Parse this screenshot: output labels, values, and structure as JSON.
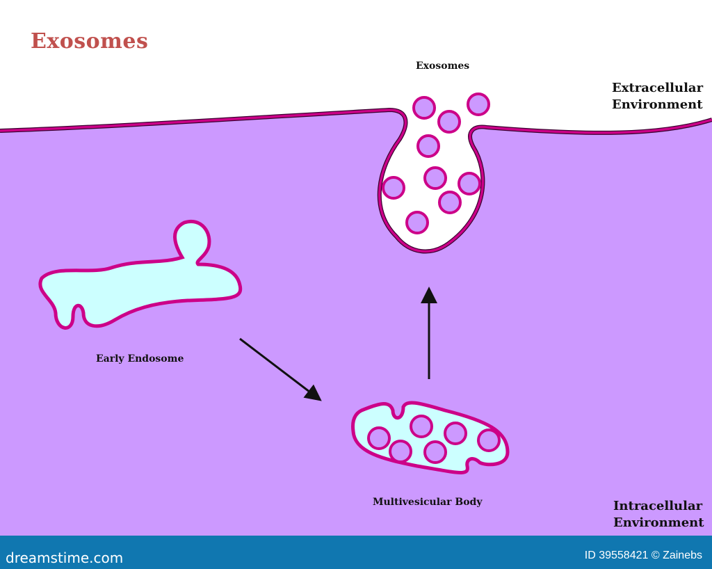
{
  "title": "Exosomes",
  "labels": {
    "exosomes": "Exosomes",
    "extracellular_line1": "Extracellular",
    "extracellular_line2": "Environment",
    "intracellular_line1": "Intracellular",
    "intracellular_line2": "Environment",
    "early_endosome": "Early Endosome",
    "multivesicular_body": "Multivesicular Body"
  },
  "footer": {
    "brand": "dreamstime.com",
    "credit": "ID 39558421 © Zainebs"
  },
  "colors": {
    "cytoplasm": "#cc99ff",
    "membrane": "#cc0088",
    "endosome_fill": "#ccffff",
    "title": "#c0504d",
    "footer_bar": "#1077b0"
  }
}
